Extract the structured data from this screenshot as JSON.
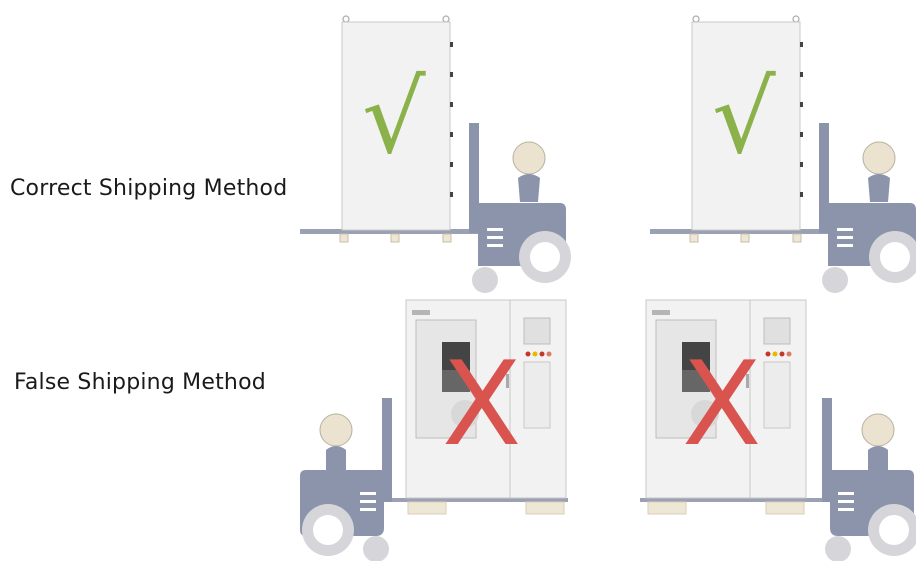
{
  "captions": {
    "correct": "Correct Shipping Method",
    "false": "False Shipping Method"
  },
  "marks": {
    "correct": "√",
    "wrong": "X"
  },
  "colors": {
    "check_green": "#8bb24a",
    "cross_red": "#d9534f",
    "forklift_body": "#8b94ab",
    "operator_skin": "#ece2d0",
    "tire_gray": "#d6d6da",
    "cabinet_white": "#f2f2f2",
    "pallet_beige": "#efe7d5"
  },
  "scenes": [
    {
      "id": "correct-1",
      "method": "correct",
      "fork_side": "right"
    },
    {
      "id": "correct-2",
      "method": "correct",
      "fork_side": "right"
    },
    {
      "id": "false-1",
      "method": "false",
      "fork_side": "left"
    },
    {
      "id": "false-2",
      "method": "false",
      "fork_side": "right"
    }
  ]
}
